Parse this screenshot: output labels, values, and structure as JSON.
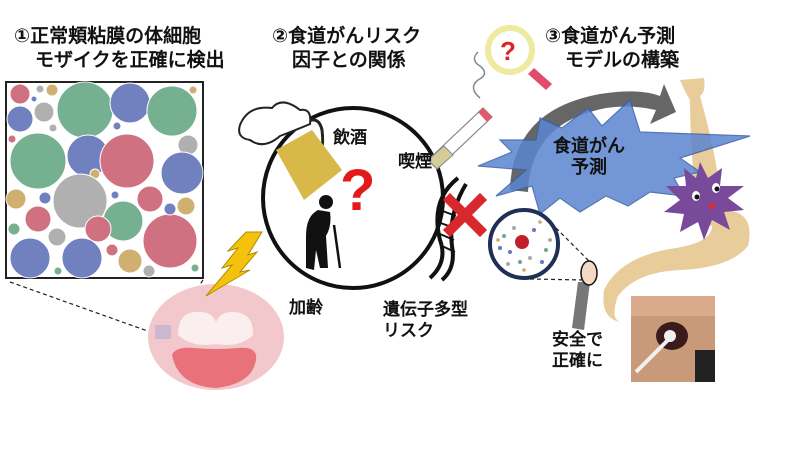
{
  "titles": {
    "step1": {
      "line1": "①正常頬粘膜の体細胞",
      "line2": "モザイクを正確に検出"
    },
    "step2": {
      "line1": "②食道がんリスク",
      "line2": "因子との関係"
    },
    "step3": {
      "line1": "③食道がん予測",
      "line2": "モデルの構築"
    }
  },
  "risk_factors": {
    "drinking": "飲酒",
    "smoking": "喫煙",
    "aging": "加齢",
    "genetic_line1": "遺伝子多型",
    "genetic_line2": "リスク"
  },
  "prediction": {
    "line1": "食道がん",
    "line2": "予測"
  },
  "method": {
    "line1": "安全で",
    "line2": "正確に"
  },
  "colors": {
    "mosaic_red": "#cc6677",
    "mosaic_green": "#6aaa88",
    "mosaic_blue": "#6677bb",
    "mosaic_gray": "#aaaaaa",
    "mosaic_gold": "#ccaa66",
    "burst_blue": "#5b86d0",
    "arrow_gray": "#666666",
    "esophagus": "#e8cc9a",
    "cancer_purple": "#7a4a9a",
    "question_red": "#e31a1c",
    "lightning": "#f4c20d",
    "mouth_pink": "#f2c8cc",
    "beer": "#d9b84a"
  },
  "icons": [
    "beer-mug-icon",
    "cigarette-icon",
    "elderly-person-icon",
    "dna-icon",
    "question-mark-icon",
    "magnifier-icon",
    "lightning-icon",
    "mouth-icon",
    "cancer-cell-icon",
    "esophagus-icon",
    "swab-icon",
    "cell-sample-icon",
    "photo-swab"
  ]
}
